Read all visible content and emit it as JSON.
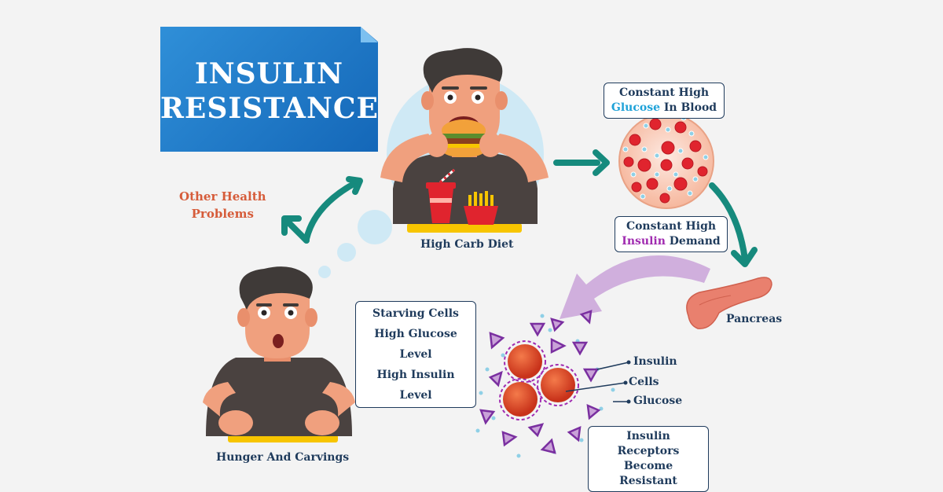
{
  "title": {
    "line1": "INSULIN",
    "line2": "RESISTANCE"
  },
  "steps": {
    "diet": "High Carb Diet",
    "hunger": "Hunger And Carvings",
    "other_line1": "Other Health",
    "other_line2": "Problems",
    "pancreas": "Pancreas"
  },
  "glucose_box": {
    "line1": "Constant High",
    "glucose_word": "Glucose",
    "line2_rest": "In Blood"
  },
  "insulin_box": {
    "line1": "Constant High",
    "insulin_word": "Insulin",
    "line2_rest": "Demand"
  },
  "cells_box": {
    "line1": "Starving Cells",
    "line2": "High Glucose Level",
    "line3": "High Insulin Level"
  },
  "legend": {
    "insulin": "Insulin",
    "cells": "Cells",
    "glucose": "Glucose"
  },
  "receptors_box": {
    "line1": "Insulin Receptors",
    "line2": "Become Resistant"
  },
  "colors": {
    "arrow": "#168a7d",
    "navy": "#1f3b5c",
    "title_bg": "#1f7bc9",
    "orange_text": "#d65c3a",
    "glucose_blue": "#1fa2d8",
    "insulin_purple": "#a02bb0",
    "red_cell": "#e0242e",
    "skin": "#f0a07e",
    "hair": "#3f3a38",
    "shirt": "#4a4240"
  }
}
